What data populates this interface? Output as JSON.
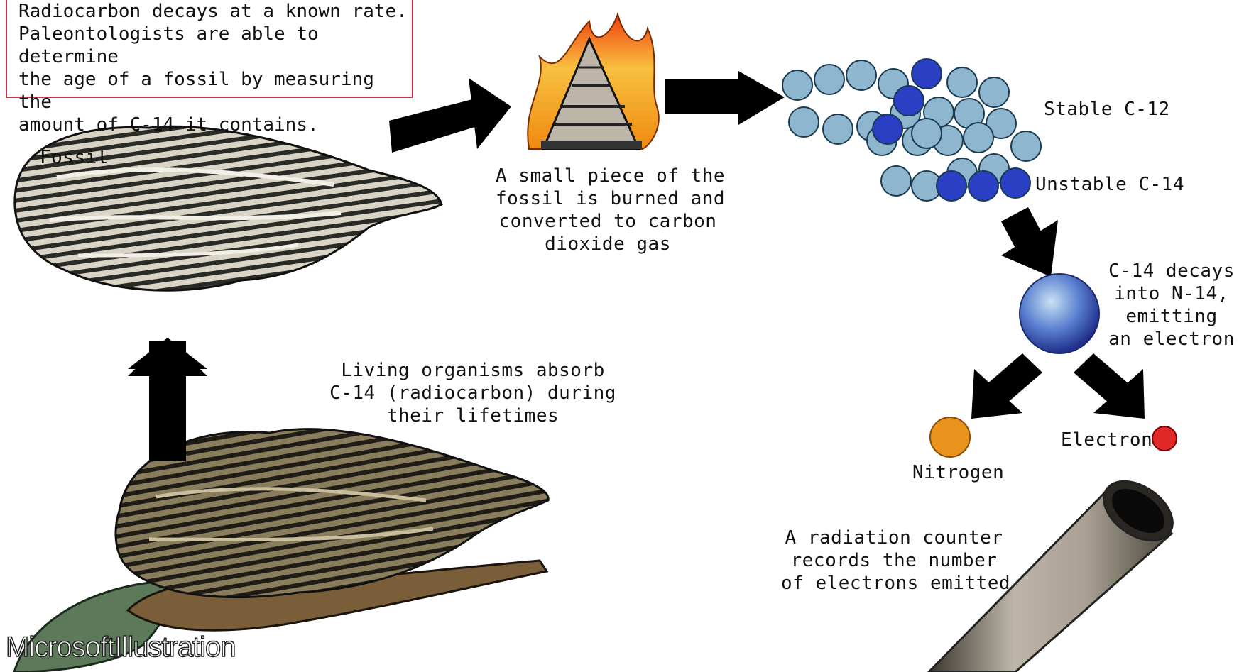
{
  "intro": {
    "text": "Radiocarbon decays at a known rate.\nPaleontologists are able to determine\nthe age of a fossil by measuring the\namount of C-14 it contains."
  },
  "labels": {
    "fossil": "Fossil",
    "burn": "A small piece of the\nfossil is burned and\nconverted to carbon\ndioxide gas",
    "stable": "Stable C-12",
    "unstable": "Unstable C-14",
    "decay": "C-14 decays\ninto N-14,\nemitting\nan electron",
    "nitrogen": "Nitrogen",
    "electron": "Electron",
    "living": "Living organisms absorb\nC-14 (radiocarbon) during\ntheir lifetimes",
    "counter": "A radiation counter\nrecords the number\nof electrons emitted"
  },
  "credit": "MicrosoftIllustration",
  "colors": {
    "c12": "#8fb6cf",
    "c14": "#2a3fc4",
    "nitrogen": "#e8941c",
    "electron": "#e02828",
    "border": "#cc3340",
    "arrow": "#000000"
  }
}
